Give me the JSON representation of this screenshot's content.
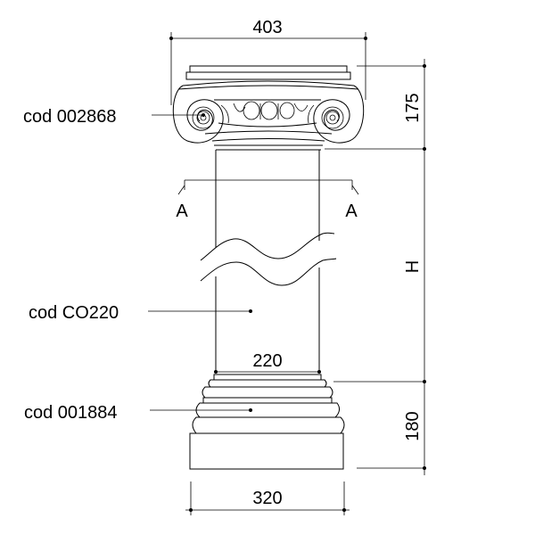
{
  "dimensions": {
    "capital_width": "403",
    "capital_height": "175",
    "shaft_height": "H",
    "shaft_diameter": "220",
    "base_height": "180",
    "base_width": "320"
  },
  "section_marks": {
    "left": "A",
    "right": "A"
  },
  "codes": {
    "capital": "cod 002868",
    "shaft": "cod CO220",
    "base": "cod 001884"
  }
}
